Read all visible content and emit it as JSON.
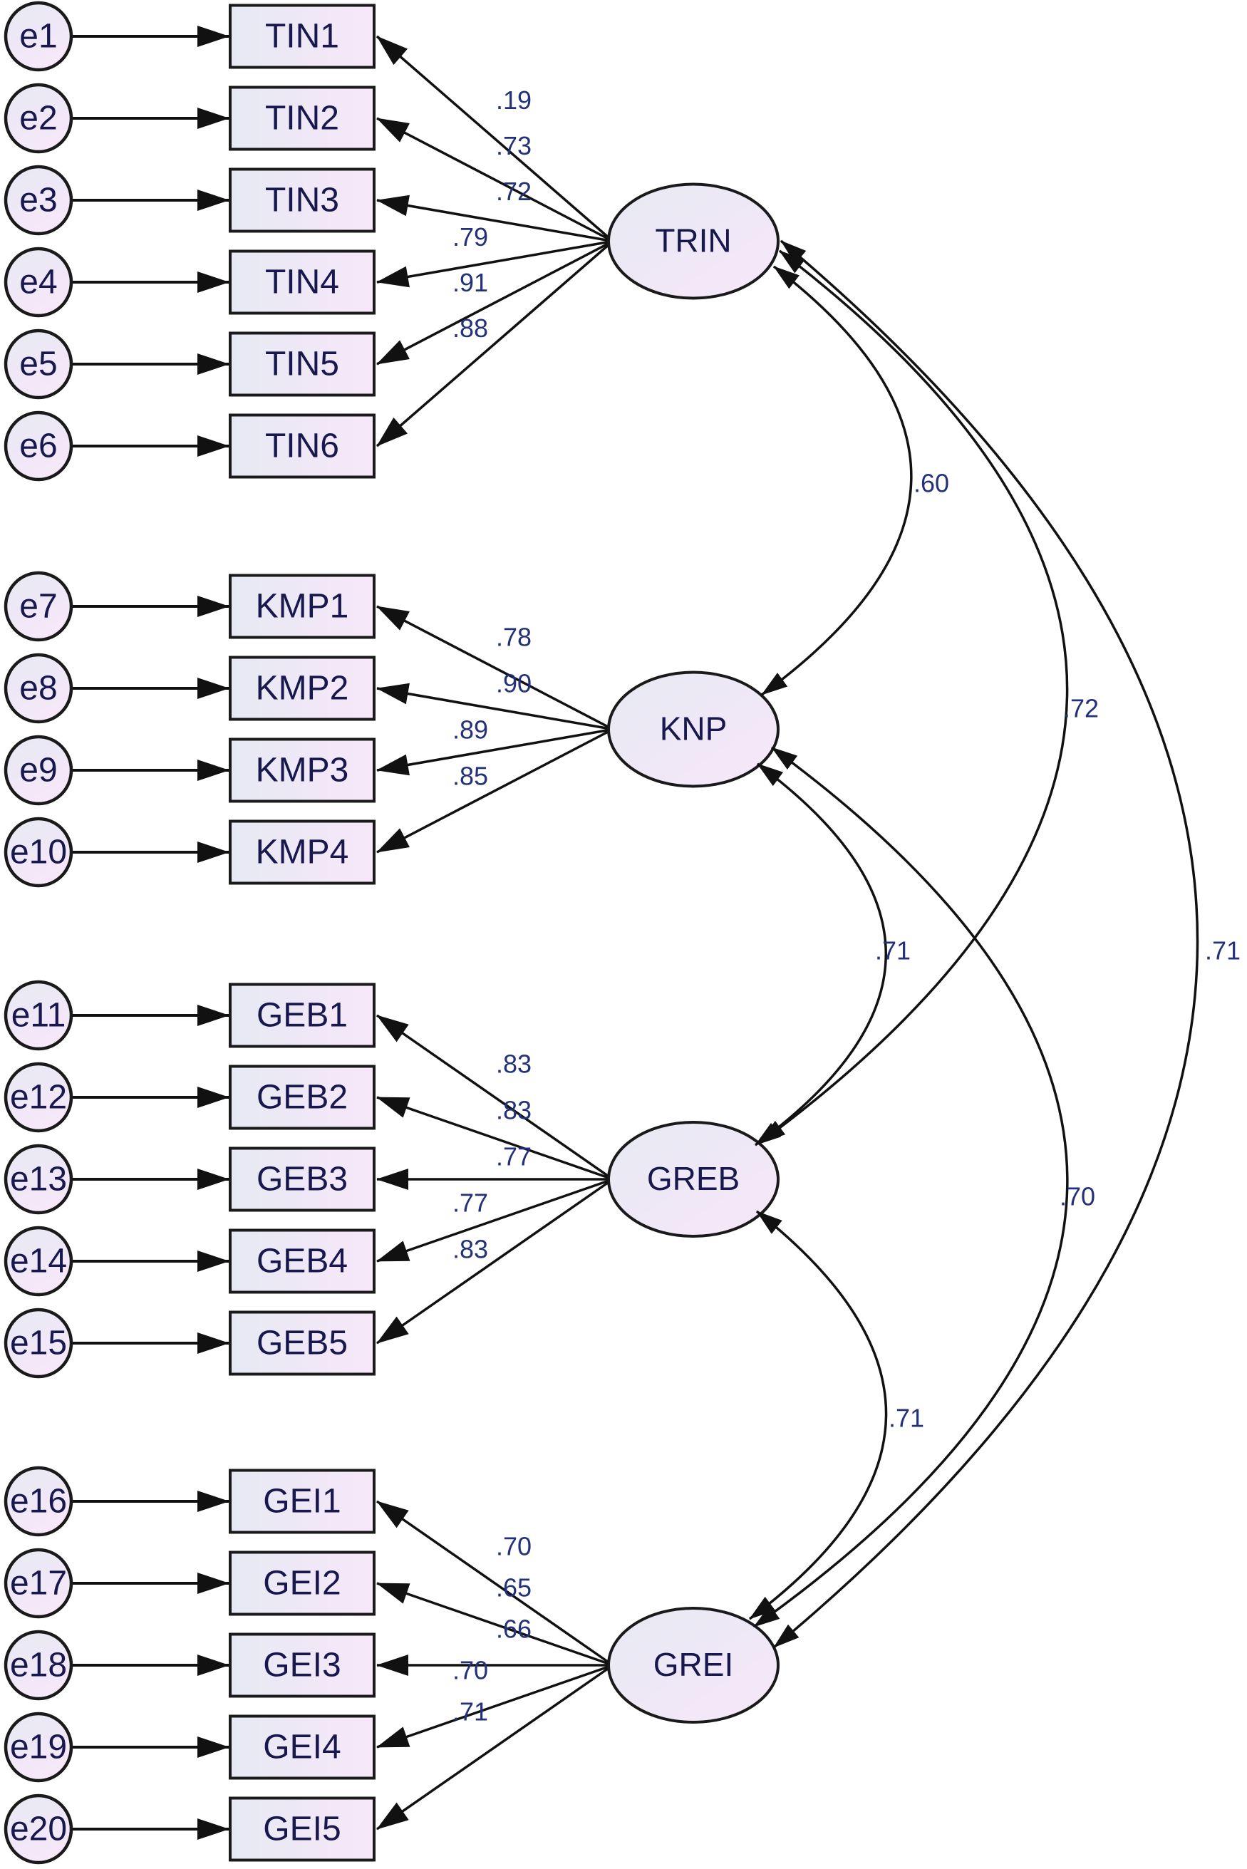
{
  "diagram": {
    "type": "sem-cfa-path-diagram",
    "background": "#ffffff",
    "colors": {
      "node_fill_left": "#e6e9f3",
      "node_fill_right": "#f7e8f9",
      "node_border": "#1a1a1a",
      "node_text": "#18184f",
      "value_text": "#23307a",
      "arrow": "#111111"
    },
    "latent_groups": [
      {
        "latent": "TRIN",
        "indicators": [
          {
            "name": "TIN1",
            "error": "e1",
            "loading": ".19"
          },
          {
            "name": "TIN2",
            "error": "e2",
            "loading": ".73"
          },
          {
            "name": "TIN3",
            "error": "e3",
            "loading": ".72"
          },
          {
            "name": "TIN4",
            "error": "e4",
            "loading": ".79"
          },
          {
            "name": "TIN5",
            "error": "e5",
            "loading": ".91"
          },
          {
            "name": "TIN6",
            "error": "e6",
            "loading": ".88"
          }
        ]
      },
      {
        "latent": "KNP",
        "indicators": [
          {
            "name": "KMP1",
            "error": "e7",
            "loading": ".78"
          },
          {
            "name": "KMP2",
            "error": "e8",
            "loading": ".90"
          },
          {
            "name": "KMP3",
            "error": "e9",
            "loading": ".89"
          },
          {
            "name": "KMP4",
            "error": "e10",
            "loading": ".85"
          }
        ]
      },
      {
        "latent": "GREB",
        "indicators": [
          {
            "name": "GEB1",
            "error": "e11",
            "loading": ".83"
          },
          {
            "name": "GEB2",
            "error": "e12",
            "loading": ".83"
          },
          {
            "name": "GEB3",
            "error": "e13",
            "loading": ".77"
          },
          {
            "name": "GEB4",
            "error": "e14",
            "loading": ".77"
          },
          {
            "name": "GEB5",
            "error": "e15",
            "loading": ".83"
          }
        ]
      },
      {
        "latent": "GREI",
        "indicators": [
          {
            "name": "GEI1",
            "error": "e16",
            "loading": ".70"
          },
          {
            "name": "GEI2",
            "error": "e17",
            "loading": ".65"
          },
          {
            "name": "GEI3",
            "error": "e18",
            "loading": ".66"
          },
          {
            "name": "GEI4",
            "error": "e19",
            "loading": ".70"
          },
          {
            "name": "GEI5",
            "error": "e20",
            "loading": ".71"
          }
        ]
      }
    ],
    "covariances": [
      {
        "between": [
          "TRIN",
          "KNP"
        ],
        "value": ".60"
      },
      {
        "between": [
          "TRIN",
          "GREB"
        ],
        "value": ".72"
      },
      {
        "between": [
          "TRIN",
          "GREI"
        ],
        "value": ".71"
      },
      {
        "between": [
          "KNP",
          "GREB"
        ],
        "value": ".71"
      },
      {
        "between": [
          "KNP",
          "GREI"
        ],
        "value": ".70"
      },
      {
        "between": [
          "GREB",
          "GREI"
        ],
        "value": ".71"
      }
    ]
  }
}
